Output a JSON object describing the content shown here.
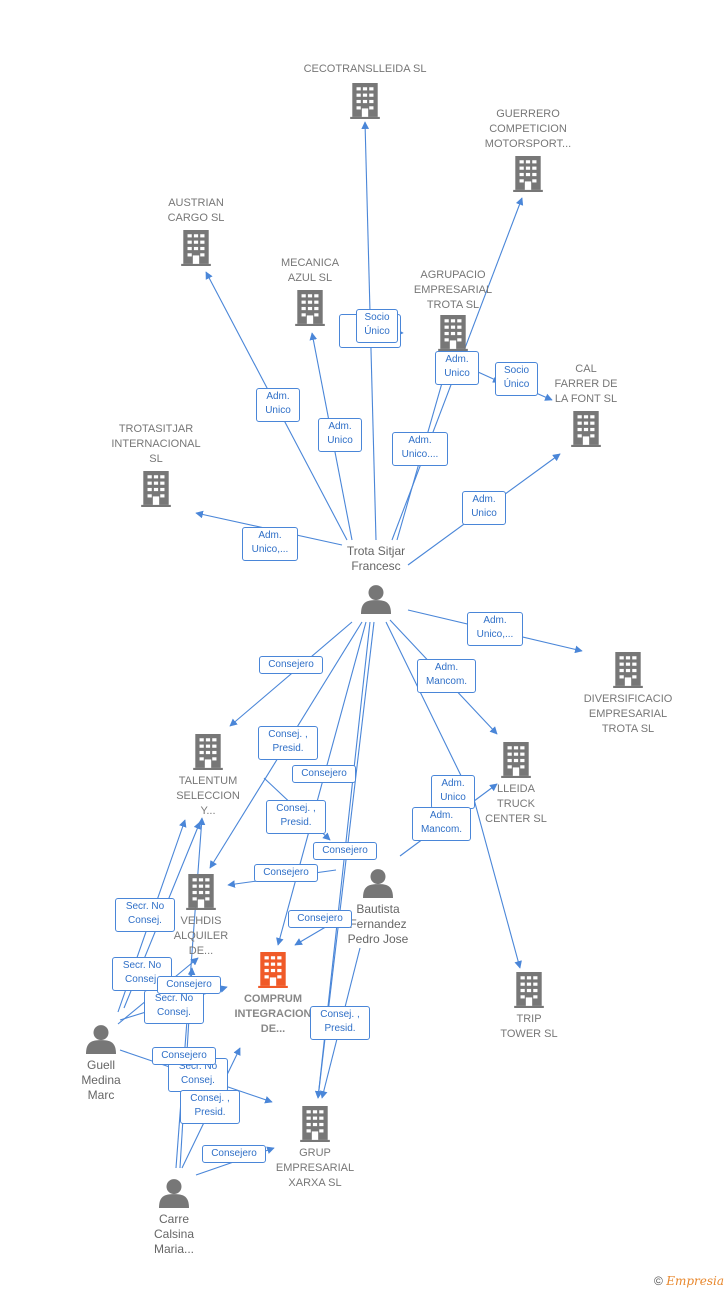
{
  "colors": {
    "edge": "#4a86d8",
    "building": "#777777",
    "highlight": "#f05a28",
    "person": "#777777"
  },
  "nodes": {
    "cecotransleida": {
      "label": "CECOTRANSLLEIDA SL"
    },
    "guerrero": {
      "label": "GUERRERO\nCOMPETICION\nMOTORSPORT..."
    },
    "austrian": {
      "label": "AUSTRIAN\nCARGO SL"
    },
    "mecanica": {
      "label": "MECANICA\nAZUL SL"
    },
    "agrupacio": {
      "label": "AGRUPACIO\nEMPRESARIAL\nTROTA SL"
    },
    "cal_farrer": {
      "label": "CAL\nFARRER DE\nLA FONT SL"
    },
    "trotasitjar": {
      "label": "TROTASITJAR\nINTERNACIONAL\nSL"
    },
    "trota_sitjar": {
      "label": "Trota Sitjar\nFrancesc"
    },
    "diversificacio": {
      "label": "DIVERSIFICACIO\nEMPRESARIAL\nTROTA SL"
    },
    "talentum": {
      "label": "TALENTUM\nSELECCION\nY..."
    },
    "lleida_truck": {
      "label": "LLEIDA\nTRUCK\nCENTER SL"
    },
    "vehdis": {
      "label": "VEHDIS\nALQUILER\nDE..."
    },
    "bautista": {
      "label": "Bautista\nFernandez\nPedro Jose"
    },
    "comprum": {
      "label": "COMPRUM\nINTEGRACION\nDE..."
    },
    "trip_tower": {
      "label": "TRIP\nTOWER SL"
    },
    "guell": {
      "label": "Guell\nMedina\nMarc"
    },
    "grup_xarxa": {
      "label": "GRUP\nEMPRESARIAL\nXARXA SL"
    },
    "carre": {
      "label": "Carre\nCalsina\nMaria..."
    }
  },
  "edge_labels": {
    "e1": "Socio\nÚnico",
    "e1b": "C\nC",
    "e2": "Adm.\nUnico",
    "e3": "Socio\nÚnico",
    "e4": "Adm.\nUnico",
    "e5": "Adm.\nUnico",
    "e6": "Adm.\nUnico....",
    "e7": "Adm.\nUnico",
    "e8": "Adm.\nUnico,...",
    "e9": "Adm.\nUnico,...",
    "e10": "Consejero",
    "e11": "Adm.\nMancom.",
    "e12": "Consej. ,\nPresid.",
    "e13": "Consejero",
    "e14": "Consej. ,\nPresid.",
    "e15": "Adm.\nUnico",
    "e16": "Adm.\nMancom.",
    "e17": "Consejero",
    "e18": "Consejero",
    "e19": "Consejero",
    "e20": "Secr. No\nConsej.",
    "e21": "Secr. No\nConsej.",
    "e22": "Consejero",
    "e23": "Secr. No\nConsej.",
    "e24": "Consej. ,\nPresid.",
    "e25": "Consejero",
    "e26": "Secr. No\nConsej.",
    "e27": "Consej. ,\nPresid.",
    "e28": "Consejero"
  },
  "footer": {
    "copyright": "©",
    "brand": "Empresia"
  }
}
